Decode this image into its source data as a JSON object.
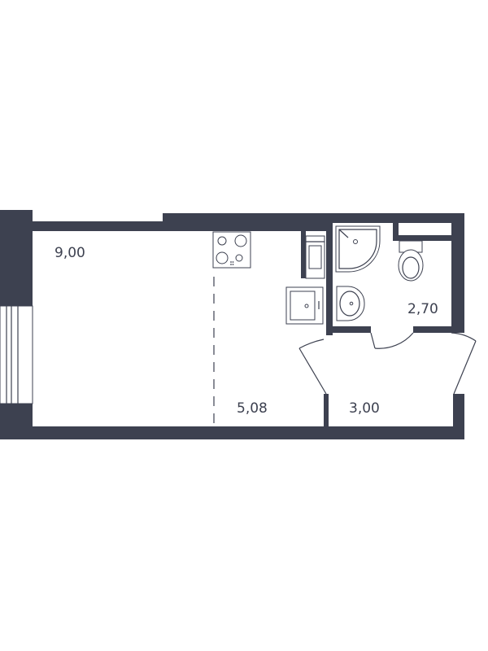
{
  "floor_plan": {
    "rooms": [
      {
        "id": "living-room",
        "area": "9,00"
      },
      {
        "id": "kitchen",
        "area": "5,08"
      },
      {
        "id": "bathroom",
        "area": "2,70"
      },
      {
        "id": "hallway",
        "area": "3,00"
      }
    ]
  },
  "colors": {
    "wall": "#3d4150",
    "background": "#ffffff"
  }
}
